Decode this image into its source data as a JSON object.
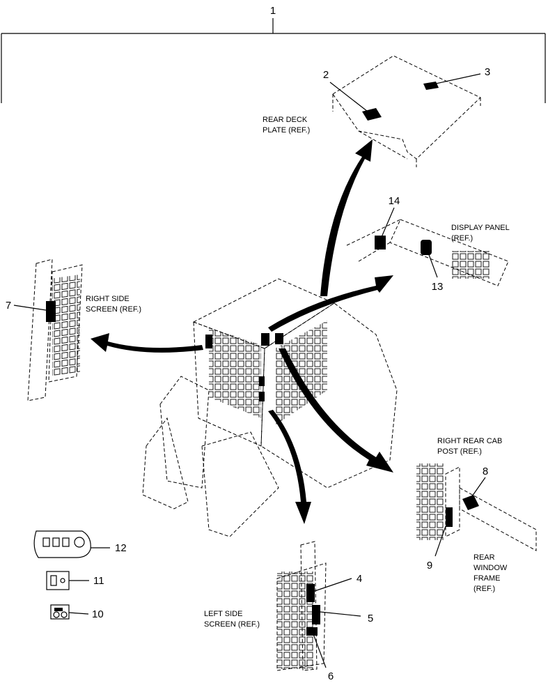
{
  "assembly_callout": "1",
  "callouts": {
    "c2": "2",
    "c3": "3",
    "c4": "4",
    "c5": "5",
    "c6": "6",
    "c7": "7",
    "c8": "8",
    "c9": "9",
    "c10": "10",
    "c11": "11",
    "c12": "12",
    "c13": "13",
    "c14": "14"
  },
  "labels": {
    "rear_deck": [
      "REAR DECK",
      "PLATE (REF.)"
    ],
    "display_panel": [
      "DISPLAY PANEL",
      "(REF.)"
    ],
    "right_side_screen": [
      "RIGHT SIDE",
      "SCREEN (REF.)"
    ],
    "right_rear_cab_post": [
      "RIGHT REAR CAB",
      "POST (REF.)"
    ],
    "rear_window_frame": [
      "REAR",
      "WINDOW",
      "FRAME",
      "(REF.)"
    ],
    "left_side_screen": [
      "LEFT SIDE",
      "SCREEN (REF.)"
    ]
  }
}
